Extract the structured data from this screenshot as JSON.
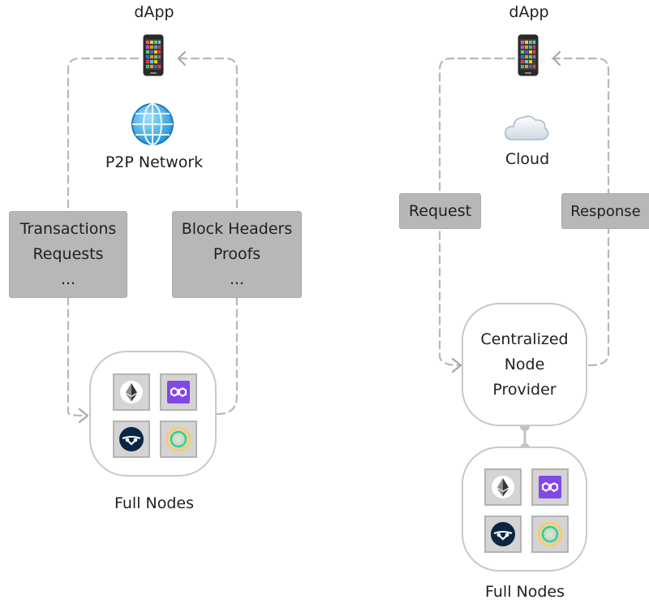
{
  "left": {
    "top_label": "dApp",
    "network_label": "P2P Network",
    "left_box_lines": [
      "Transactions",
      "Requests",
      "..."
    ],
    "right_box_lines": [
      "Block Headers",
      "Proofs",
      "..."
    ],
    "nodes_label": "Full Nodes"
  },
  "right": {
    "top_label": "dApp",
    "cloud_label": "Cloud",
    "request_label": "Request",
    "response_label": "Response",
    "provider_lines": [
      "Centralized",
      "Node",
      "Provider"
    ],
    "nodes_label": "Full Nodes"
  },
  "icons": [
    "phone-icon",
    "globe-icon",
    "cloud-icon",
    "ethereum-icon",
    "polygon-icon",
    "gnosis-icon",
    "celo-icon"
  ]
}
